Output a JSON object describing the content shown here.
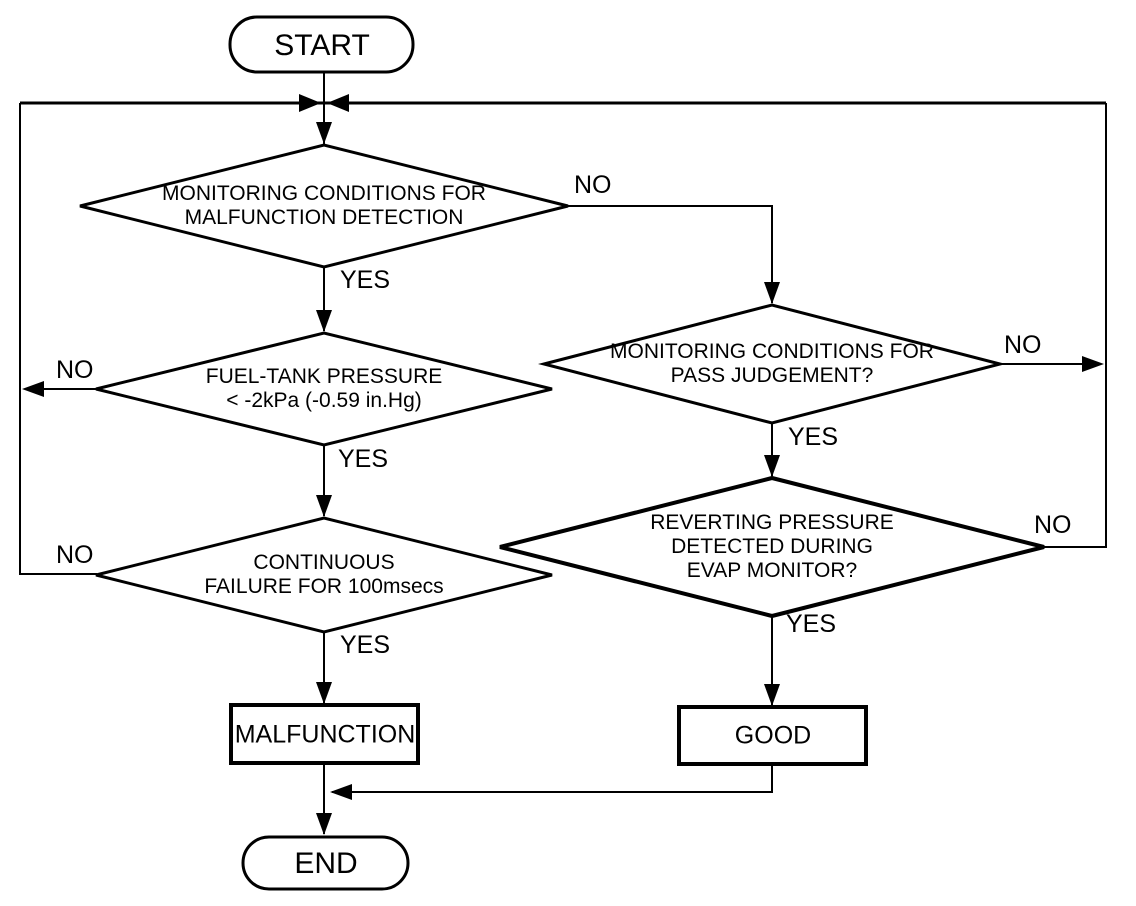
{
  "nodes": {
    "start": {
      "label": "START"
    },
    "monitor_malfunction": {
      "line1": "MONITORING CONDITIONS FOR",
      "line2": "MALFUNCTION DETECTION"
    },
    "fuel_tank_pressure": {
      "line1": "FUEL-TANK PRESSURE",
      "line2": "< -2kPa (-0.59 in.Hg)"
    },
    "continuous_failure": {
      "line1": "CONTINUOUS",
      "line2": "FAILURE FOR 100msecs"
    },
    "pass_judgement": {
      "line1": "MONITORING CONDITIONS FOR",
      "line2": "PASS JUDGEMENT?"
    },
    "reverting_pressure": {
      "line1": "REVERTING PRESSURE",
      "line2": "DETECTED DURING",
      "line3": "EVAP MONITOR?"
    },
    "malfunction": {
      "label": "MALFUNCTION"
    },
    "good": {
      "label": "GOOD"
    },
    "end": {
      "label": "END"
    }
  },
  "edge_labels": {
    "monitor_malfunction_yes": "YES",
    "monitor_malfunction_no": "NO",
    "fuel_tank_pressure_yes": "YES",
    "fuel_tank_pressure_no": "NO",
    "continuous_failure_yes": "YES",
    "continuous_failure_no": "NO",
    "pass_judgement_yes": "YES",
    "pass_judgement_no": "NO",
    "reverting_pressure_yes": "YES",
    "reverting_pressure_no": "NO"
  },
  "colors": {
    "line": "#000000",
    "background": "#ffffff"
  }
}
